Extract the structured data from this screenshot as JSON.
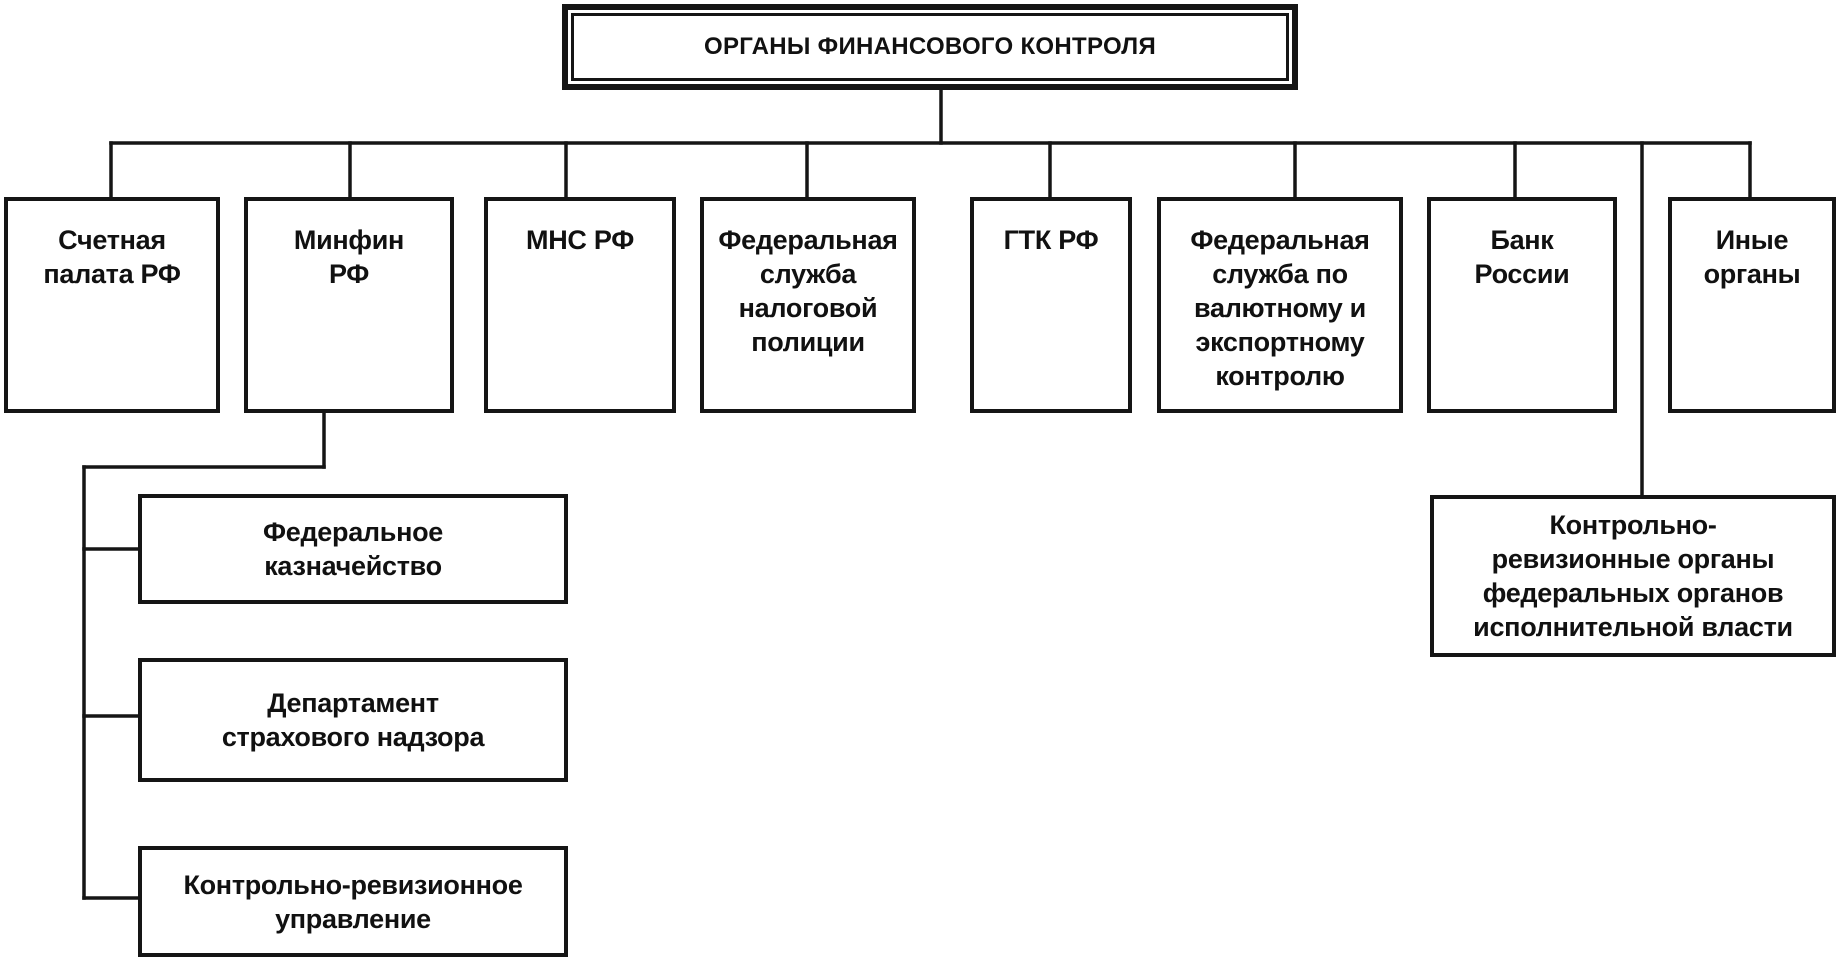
{
  "root": {
    "label": "ОРГАНЫ ФИНАНСОВОГО КОНТРОЛЯ"
  },
  "bodies": [
    {
      "id": "schetnaya-palata",
      "label": "Счетная\nпалата РФ"
    },
    {
      "id": "minfin",
      "label": "Минфин\nРФ"
    },
    {
      "id": "mns",
      "label": "МНС РФ"
    },
    {
      "id": "fsnp",
      "label": "Федеральная\nслужба\nналоговой\nполиции"
    },
    {
      "id": "gtk",
      "label": "ГТК РФ"
    },
    {
      "id": "fsvek",
      "label": "Федеральная\nслужба по\nвалютному и\nэкспортному\nконтролю"
    },
    {
      "id": "bank-rossii",
      "label": "Банк\nРоссии"
    },
    {
      "id": "inye-organy",
      "label": "Иные\nорганы"
    }
  ],
  "minfin_subunits": [
    {
      "id": "kaznacheystvo",
      "label": "Федеральное\nказначейство"
    },
    {
      "id": "strakhovoy-nadzor",
      "label": "Департамент\nстрахового надзора"
    },
    {
      "id": "kru",
      "label": "Контрольно-ревизионное\nуправление"
    }
  ],
  "extra_body": {
    "id": "kro-foiv",
    "label": "Контрольно-\nревизионные органы\nфедеральных органов\nисполнительной власти"
  },
  "colors": {
    "line": "#151515",
    "background": "#ffffff",
    "text": "#111111"
  }
}
